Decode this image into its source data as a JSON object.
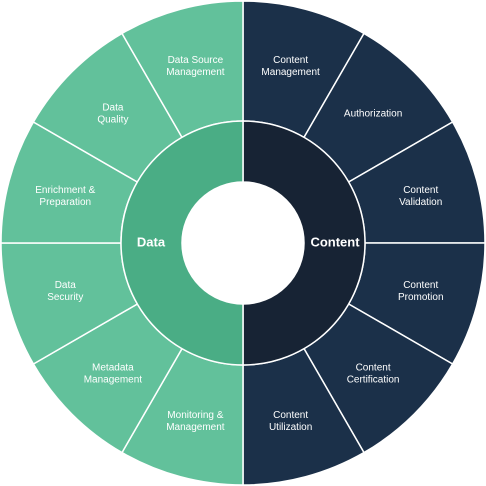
{
  "colors": {
    "data_outer": "#62c19b",
    "data_inner": "#4aad85",
    "content_outer": "#1b3049",
    "content_inner": "#172334",
    "divider": "#ffffff",
    "center": "#ffffff"
  },
  "core": {
    "left": "Data",
    "right": "Content"
  },
  "segments": [
    {
      "side": "content",
      "lines": [
        "Content",
        "Management"
      ]
    },
    {
      "side": "content",
      "lines": [
        "Authorization"
      ]
    },
    {
      "side": "content",
      "lines": [
        "Content",
        "Validation"
      ]
    },
    {
      "side": "content",
      "lines": [
        "Content",
        "Promotion"
      ]
    },
    {
      "side": "content",
      "lines": [
        "Content",
        "Certification"
      ]
    },
    {
      "side": "content",
      "lines": [
        "Content",
        "Utilization"
      ]
    },
    {
      "side": "data",
      "lines": [
        "Monitoring &",
        "Management"
      ]
    },
    {
      "side": "data",
      "lines": [
        "Metadata",
        "Management"
      ]
    },
    {
      "side": "data",
      "lines": [
        "Data",
        "Security"
      ]
    },
    {
      "side": "data",
      "lines": [
        "Enrichment &",
        "Preparation"
      ]
    },
    {
      "side": "data",
      "lines": [
        "Data",
        "Quality"
      ]
    },
    {
      "side": "data",
      "lines": [
        "Data Source",
        "Management"
      ]
    }
  ]
}
